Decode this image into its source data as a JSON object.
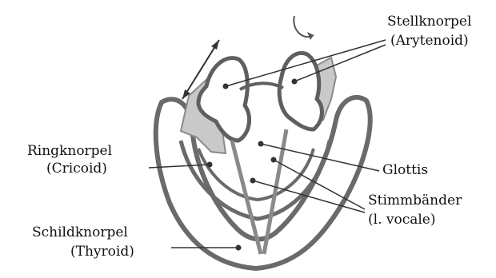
{
  "labels": {
    "arytenoid_1": "Stellknorpel",
    "arytenoid_2": "(Arytenoid)",
    "cricoid_1": "Ringknorpel",
    "cricoid_2": "(Cricoid)",
    "glottis": "Glottis",
    "vocal_1": "Stimmbänder",
    "vocal_2": "(l. vocale)",
    "thyroid_1": "Schildknorpel",
    "thyroid_2": "(Thyroid)"
  },
  "colors": {
    "line": "#333333",
    "text": "#111111",
    "shade": "#c9c9c9",
    "outline": "#6a6a6a",
    "background": "#ffffff"
  }
}
